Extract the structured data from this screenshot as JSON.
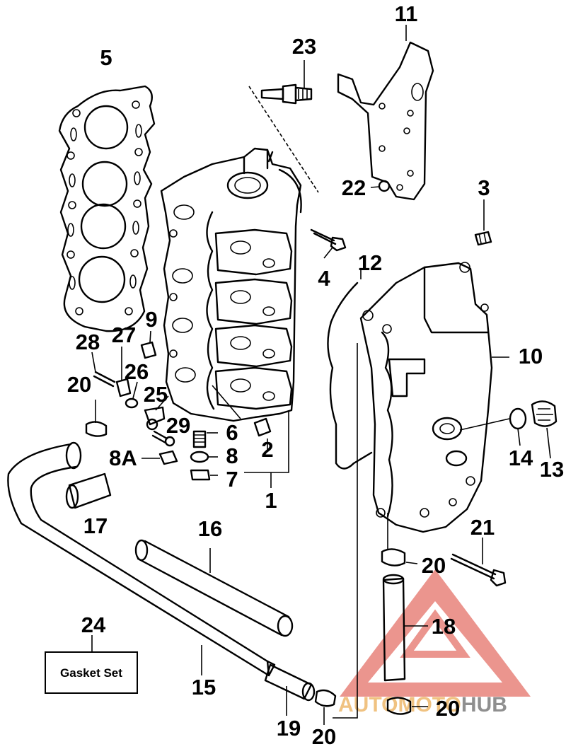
{
  "gasket_set_label": "Gasket Set",
  "watermark": {
    "brand_part1": "AUTOMOTO",
    "brand_part2": "HUB",
    "color_primary": "#e05a4f",
    "color_secondary": "#555555"
  },
  "callouts": {
    "1": "1",
    "2": "2",
    "3": "3",
    "4": "4",
    "5": "5",
    "6": "6",
    "7": "7",
    "8": "8",
    "8A": "8A",
    "9": "9",
    "10": "10",
    "11": "11",
    "12": "12",
    "13": "13",
    "14": "14",
    "15": "15",
    "16": "16",
    "17": "17",
    "18": "18",
    "19": "19",
    "20": "20",
    "21": "21",
    "22": "22",
    "23": "23",
    "24": "24",
    "25": "25",
    "26": "26",
    "27": "27",
    "28": "28",
    "29": "29"
  }
}
